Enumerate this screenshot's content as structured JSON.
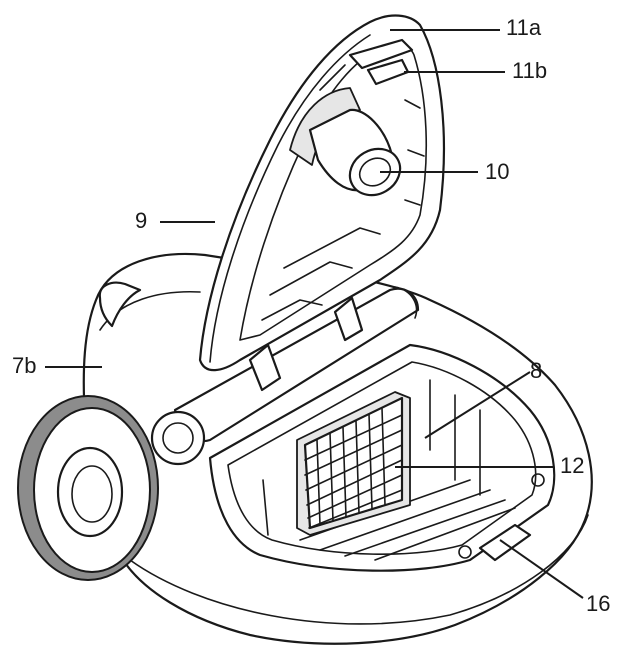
{
  "diagram": {
    "callouts": [
      {
        "id": "11a",
        "label": "11a"
      },
      {
        "id": "11b",
        "label": "11b"
      },
      {
        "id": "10",
        "label": "10"
      },
      {
        "id": "9",
        "label": "9"
      },
      {
        "id": "7b",
        "label": "7b"
      },
      {
        "id": "8",
        "label": "8"
      },
      {
        "id": "12",
        "label": "12"
      },
      {
        "id": "16",
        "label": "16"
      }
    ],
    "colors": {
      "line": "#1a1a1a",
      "fill": "#ffffff",
      "wheel_rim": "#8c8c8c",
      "shade": "#e6e6e6"
    }
  }
}
